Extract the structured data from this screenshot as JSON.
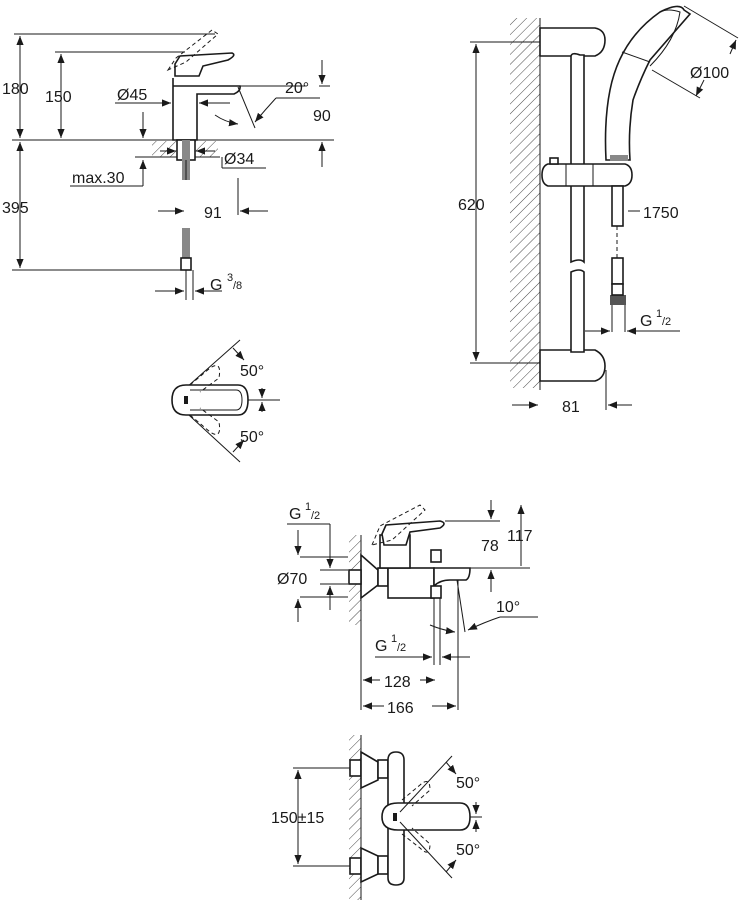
{
  "drawing": {
    "basin_mixer": {
      "dims": {
        "total_height": "180",
        "spout_height": "150",
        "body_diameter": "Ø45",
        "spout_angle": "20°",
        "spout_projection_v": "90",
        "shank_diameter": "Ø34",
        "max_deck": "max.30",
        "below_deck": "395",
        "reach": "91",
        "connection": "G",
        "connection_sup": "3",
        "connection_sub": "/8"
      }
    },
    "lever_top_view": {
      "angle_up": "50°",
      "angle_down": "50°"
    },
    "shower_rail": {
      "dims": {
        "rail_length": "620",
        "head_diameter": "Ø100",
        "hose_length": "1750",
        "connection": "G",
        "connection_sup": "1",
        "connection_sub": "/2",
        "wall_offset": "81"
      }
    },
    "bath_mixer": {
      "dims": {
        "inlet_connection": "G",
        "inlet_sup": "1",
        "inlet_sub": "/2",
        "escutcheon_diameter": "Ø70",
        "lever_height": "117",
        "spout_height": "78",
        "spout_angle": "10°",
        "outlet_connection": "G",
        "outlet_sup": "1",
        "outlet_sub": "/2",
        "outlet_reach": "128",
        "spout_reach": "166"
      }
    },
    "bath_mixer_top_view": {
      "centres": "150±15",
      "angle_up": "50°",
      "angle_down": "50°"
    }
  }
}
